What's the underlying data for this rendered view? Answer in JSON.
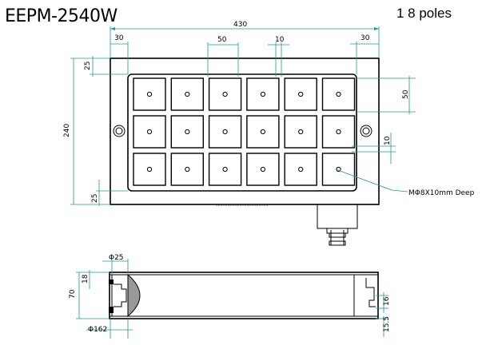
{
  "title": "EEPM-2540W",
  "poles_label": "1 8 poles",
  "dimensions": {
    "overall_width": "430",
    "left_margin": "30",
    "right_margin": "30",
    "key_pitch": "50",
    "key_gap": "10",
    "top_margin": "25",
    "bottom_margin": "25",
    "overall_height": "240",
    "row_pitch": "50",
    "row_gap": "10",
    "side_height": "70",
    "side_top": "18",
    "side_right_a": "16",
    "side_right_b": "15.5",
    "side_top_dia": "Φ25",
    "side_bottom_dia": "Φ162"
  },
  "callouts": {
    "hole_spec": "MΦ8X10mm Deep"
  },
  "keypad": {
    "rows": 3,
    "cols": 6
  }
}
